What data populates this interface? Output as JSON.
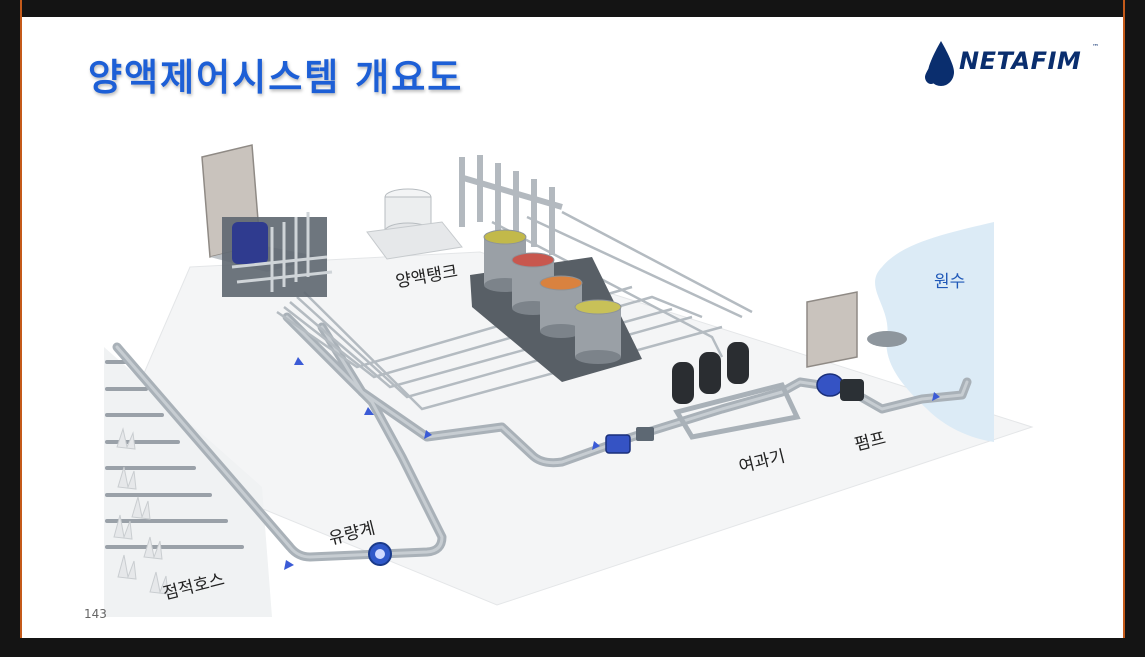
{
  "slide": {
    "title": "양액제어시스템 개요도",
    "page_number": "143"
  },
  "logo": {
    "text": "NETAFIM",
    "trademark": "™",
    "icon": "water-drop-icon"
  },
  "labels": {
    "nutrient_tank": "양액탱크",
    "source_water": "원수",
    "filter": "여과기",
    "pump": "펌프",
    "flow_meter": "유량계",
    "drip_hose": "점적호스"
  },
  "colors": {
    "title": "#1d5fd6",
    "logo": "#0a2e6e",
    "water": "#dcebf6",
    "pipe": "#a9b1b8",
    "flow_arrow": "#3b5bd6",
    "tank_1": "#c2b94a",
    "tank_2": "#c8574e",
    "tank_3": "#d9823f",
    "tank_4": "#c8c158"
  }
}
